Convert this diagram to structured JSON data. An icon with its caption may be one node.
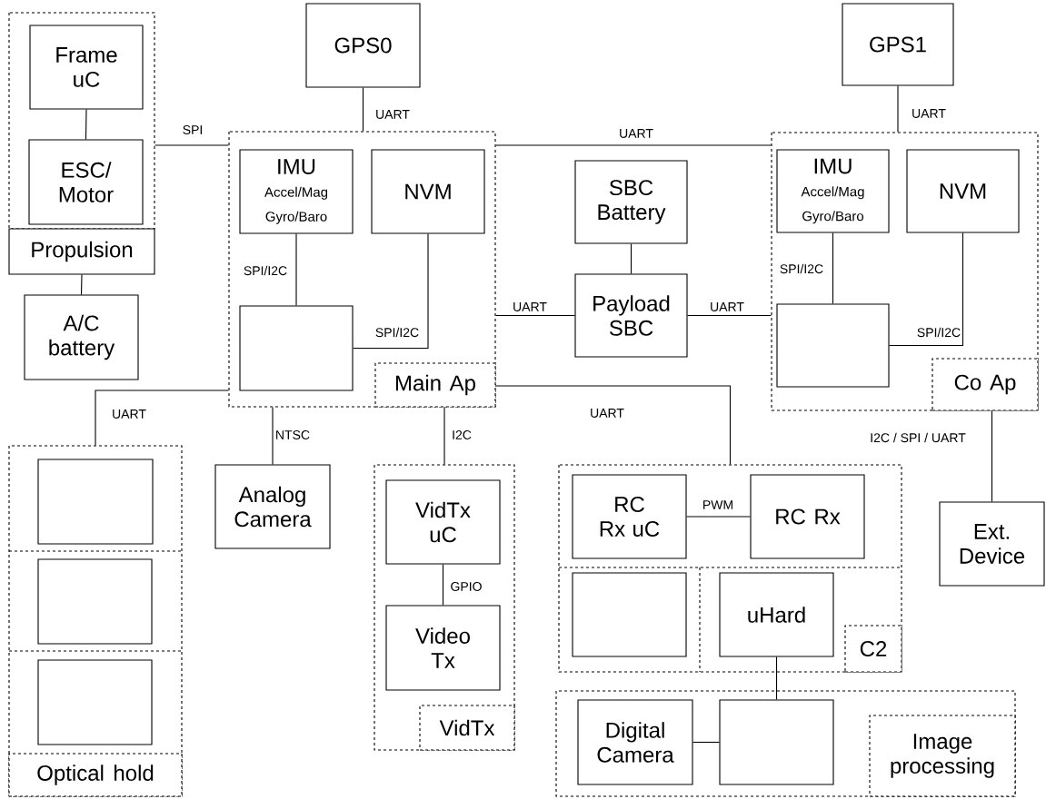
{
  "diagram": {
    "nodes": [
      {
        "text": [
          "Propulsion"
        ]
      },
      {
        "text": [
          "Frame uC"
        ],
        "in": 0
      },
      {
        "text": [
          "ESC/ Motor"
        ],
        "in": 0
      },
      {
        "text": [
          "A/C battery"
        ]
      },
      {
        "text": [
          "GPS0"
        ]
      },
      {
        "text": [
          "Main Ap"
        ]
      },
      {
        "text": [
          "IMU",
          "Accel/Mag Gyro/Baro"
        ],
        "in": 5
      },
      {
        "text": [
          "NVM"
        ],
        "in": 5
      },
      {
        "text": [],
        "shape": "box",
        "in": 5
      },
      {
        "text": [
          "SBC Battery"
        ]
      },
      {
        "text": [
          "Payload SBC"
        ]
      },
      {
        "text": [
          "GPS1"
        ]
      },
      {
        "text": [
          "Co Ap"
        ]
      },
      {
        "text": [
          "IMU",
          "Accel/Mag Gyro/Baro"
        ],
        "in": 12
      },
      {
        "text": [
          "NVM"
        ],
        "in": 12
      },
      {
        "text": [],
        "shape": "box",
        "in": 12
      },
      {
        "text": [
          "Optical hold"
        ]
      },
      {
        "text": [],
        "shape": "box",
        "in": 16
      },
      {
        "text": [],
        "shape": "box",
        "in": 16
      },
      {
        "text": [],
        "shape": "box",
        "in": 16
      },
      {
        "text": [
          "Analog Camera"
        ]
      },
      {
        "text": [
          "VidTx"
        ]
      },
      {
        "text": [
          "VidTx uC"
        ],
        "in": 21
      },
      {
        "text": [
          "Video Tx"
        ],
        "in": 21
      },
      {
        "text": [
          "C2"
        ]
      },
      {
        "text": [
          "RC Rx uC"
        ],
        "in": 24
      },
      {
        "text": [
          "RC Rx"
        ],
        "in": 24
      },
      {
        "text": [],
        "shape": "box",
        "in": 24
      },
      {
        "text": [
          "uHard"
        ],
        "in": 24
      },
      {
        "text": [
          "Image processing"
        ]
      },
      {
        "text": [
          "Digital Camera"
        ],
        "in": 29
      },
      {
        "text": [],
        "shape": "box",
        "in": 29
      },
      {
        "text": [
          "Ext. Device"
        ]
      }
    ],
    "edges": [
      {
        "from": 1,
        "to": 2,
        "arrow": "none"
      },
      {
        "from": 0,
        "to": 3,
        "arrow": "none"
      },
      {
        "from": 0,
        "to": 5,
        "arrow": "none",
        "label": "SPI"
      },
      {
        "from": 4,
        "to": 5,
        "arrow": "none",
        "label": "UART"
      },
      {
        "from": 6,
        "to": 8,
        "arrow": "none",
        "label": "SPI/I2C"
      },
      {
        "from": 7,
        "to": 8,
        "arrow": "none",
        "label": "SPI/I2C"
      },
      {
        "from": 5,
        "to": 12,
        "arrow": "none",
        "label": "UART"
      },
      {
        "from": 9,
        "to": 10,
        "arrow": "none"
      },
      {
        "from": 5,
        "to": 10,
        "arrow": "none",
        "label": "UART"
      },
      {
        "from": 10,
        "to": 12,
        "arrow": "none",
        "label": "UART"
      },
      {
        "from": 11,
        "to": 12,
        "arrow": "none",
        "label": "UART"
      },
      {
        "from": 13,
        "to": 15,
        "arrow": "none",
        "label": "SPI/I2C"
      },
      {
        "from": 14,
        "to": 15,
        "arrow": "none",
        "label": "SPI/I2C"
      },
      {
        "from": 5,
        "to": 16,
        "arrow": "none",
        "label": "UART"
      },
      {
        "from": 5,
        "to": 20,
        "arrow": "none",
        "label": "NTSC"
      },
      {
        "from": 5,
        "to": 21,
        "arrow": "none",
        "label": "I2C"
      },
      {
        "from": 5,
        "to": 24,
        "arrow": "none",
        "label": "UART"
      },
      {
        "from": 12,
        "to": 32,
        "arrow": "none",
        "label": "I2C / SPI / UART"
      },
      {
        "from": 25,
        "to": 26,
        "arrow": "none",
        "label": "PWM"
      },
      {
        "from": 22,
        "to": 23,
        "arrow": "none",
        "label": "GPIO"
      },
      {
        "from": 28,
        "to": 31,
        "arrow": "none"
      },
      {
        "from": 30,
        "to": 31,
        "arrow": "none"
      }
    ]
  }
}
